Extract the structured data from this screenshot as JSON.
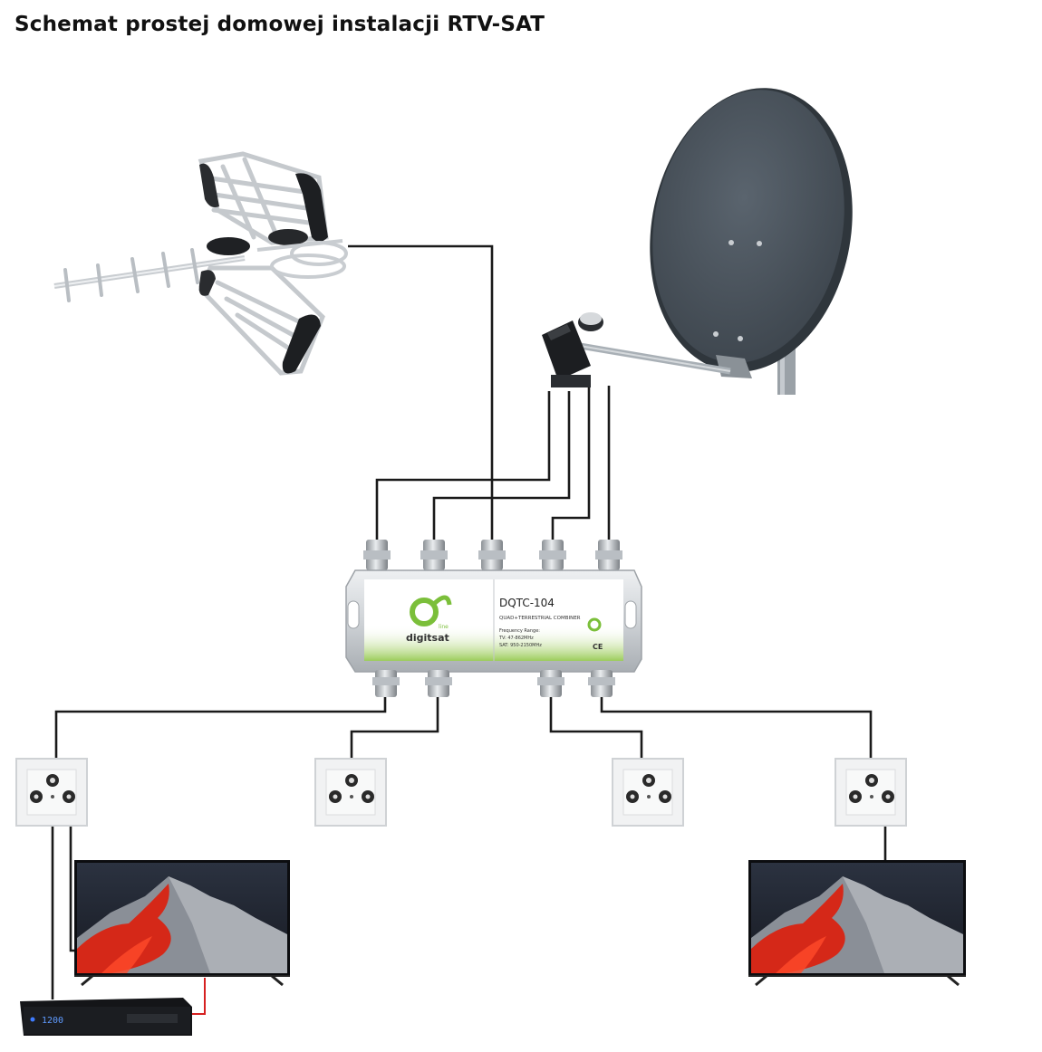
{
  "title": "Schemat prostej domowej instalacji RTV-SAT",
  "combiner": {
    "model": "DQTC-104",
    "subtitle": "QUAD+TERRESTRIAL COMBINER",
    "freq_title": "Frequency Range:",
    "freq_tv": "TV: 47-862MHz",
    "freq_sat": "SAT: 950-2150MHz",
    "brand": "digitsat",
    "brand_line": "line",
    "marks": "CE"
  },
  "receiver": {
    "display": "1200"
  },
  "colors": {
    "cable": "#1a1a1a",
    "hdmi": "#d62020",
    "dish": "#4a535c",
    "brand_green": "#7bbf3a"
  }
}
